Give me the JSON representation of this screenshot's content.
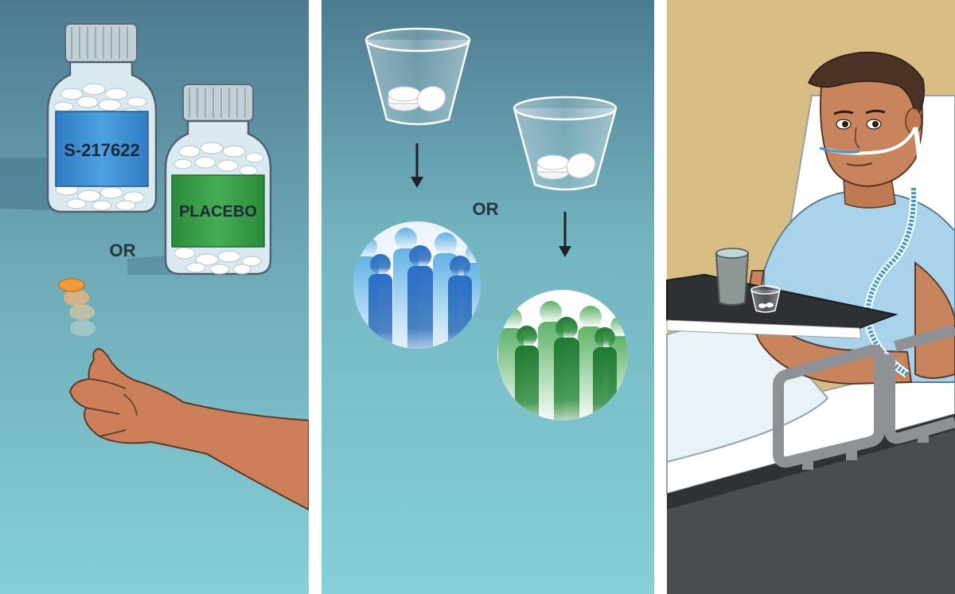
{
  "panel1": {
    "bottle_label_drug": "S-217622",
    "bottle_label_placebo": "PLACEBO",
    "or_text": "OR",
    "colors": {
      "drug_label": "#3d8fd1",
      "placebo_label": "#3fa34a",
      "coin": "#f29a3a"
    }
  },
  "panel2": {
    "or_text": "OR",
    "colors": {
      "group_blue": "#2a6fc9",
      "group_green": "#2e8b3e"
    }
  },
  "panel3": {
    "colors": {
      "wall": "#d8be84",
      "gown": "#a9d3ea",
      "tube": "#3a9ad9"
    }
  },
  "icons": [
    "pill-bottle-icon",
    "coin-icon",
    "hand-icon",
    "cup-icon",
    "arrow-down-icon",
    "people-group-icon",
    "patient-icon",
    "hospital-bed-icon"
  ]
}
